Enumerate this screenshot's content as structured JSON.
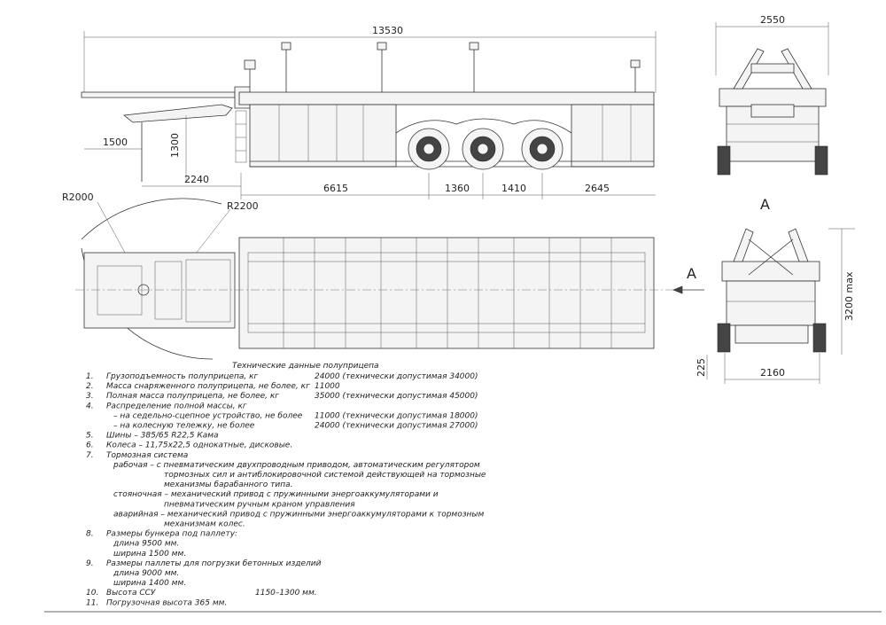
{
  "dimensions": {
    "overall_length": "13530",
    "front_overhang": "1500",
    "height_1300": "1300",
    "kingpin_2240": "2240",
    "span_6615": "6615",
    "axle_1360": "1360",
    "axle_1410": "1410",
    "rear_2645": "2645",
    "width_2550": "2550",
    "radius_2000": "R2000",
    "radius_2200": "R2200",
    "height_3200": "3200 max",
    "height_225": "225",
    "track_2160": "2160"
  },
  "view_labels": {
    "top_a": "A",
    "arrow_a": "A"
  },
  "spec": {
    "title": "Технические данные полуприцепа",
    "items": [
      {
        "num": "1.",
        "text": "Грузоподъемность полуприцепа, кг",
        "value": "24000 (технически допустимая 34000)"
      },
      {
        "num": "2.",
        "text": "Масса снаряженного полуприцепа, не более, кг",
        "value": "11000"
      },
      {
        "num": "3.",
        "text": "Полная масса полуприцепа, не более, кг",
        "value": "35000 (технически допустимая 45000)"
      },
      {
        "num": "4.",
        "text": "Распределение полной массы, кг",
        "value": ""
      },
      {
        "num": "",
        "text": "– на седельно-сцепное устройство, не более",
        "value": "11000 (технически допустимая 18000)"
      },
      {
        "num": "",
        "text": "– на колесную тележку, не более",
        "value": "24000 (технически допустимая 27000)"
      },
      {
        "num": "5.",
        "text": "Шины      –  385/65 R22,5  Кама",
        "value": ""
      },
      {
        "num": "6.",
        "text": "Колеса    –  11,75х22,5  однокатные, дисковые.",
        "value": ""
      },
      {
        "num": "7.",
        "text": "Тормозная система",
        "value": ""
      },
      {
        "num": "",
        "text": "рабочая  – с пневматическим двухпроводным приводом, автоматическим регулятором",
        "value": ""
      },
      {
        "num": "",
        "text": "тормозных сил и антиблокировочной системой действующей на тормозные",
        "value": ""
      },
      {
        "num": "",
        "text": "механизмы барабанного типа.",
        "value": ""
      },
      {
        "num": "",
        "text": "стояночная – механический привод с пружинными энергоаккумуляторами и",
        "value": ""
      },
      {
        "num": "",
        "text": "пневматическим ручным краном управления",
        "value": ""
      },
      {
        "num": "",
        "text": "аварийная – механический привод с пружинными энергоаккумуляторами к тормозным",
        "value": ""
      },
      {
        "num": "",
        "text": "механизмам колес.",
        "value": ""
      },
      {
        "num": "8.",
        "text": "Размеры бункера под паллету:",
        "value": ""
      },
      {
        "num": "",
        "text": "длина    9500 мм.",
        "value": ""
      },
      {
        "num": "",
        "text": "ширина   1500 мм.",
        "value": ""
      },
      {
        "num": "9.",
        "text": "Размеры паллеты для погрузки бетонных изделий",
        "value": ""
      },
      {
        "num": "",
        "text": "длина    9000 мм.",
        "value": ""
      },
      {
        "num": "",
        "text": "ширина   1400 мм.",
        "value": ""
      },
      {
        "num": "10.",
        "text": "Высота ССУ",
        "value": "1150–1300 мм."
      },
      {
        "num": "11.",
        "text": "Погрузочная высота 365 мм.",
        "value": ""
      }
    ]
  }
}
